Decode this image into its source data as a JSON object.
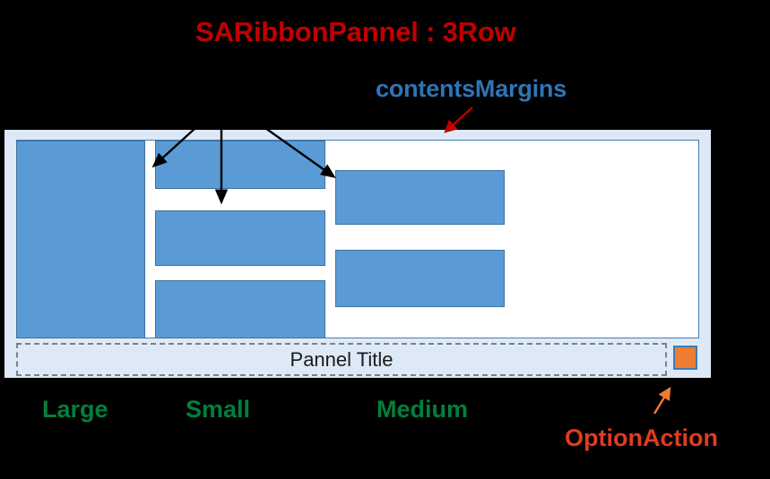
{
  "diagram": {
    "title": "SARibbonPannel : 3Row",
    "annotations": {
      "contents_margins": "contentsMargins",
      "large": "Large",
      "small": "Small",
      "medium": "Medium",
      "option_action": "OptionAction"
    },
    "colors": {
      "title_red": "#C00000",
      "annotation_blue": "#2E75B6",
      "annotation_green": "#00803C",
      "annotation_orange_red": "#E03C20",
      "button_fill": "#5B9BD5",
      "button_border": "#41719C",
      "pannel_background": "#DEE9F7",
      "content_background": "#FFFFFF",
      "content_border": "#417EB5",
      "option_action_fill": "#ED7D31",
      "dashed_border": "#808080",
      "page_background": "#000000"
    }
  },
  "pannel": {
    "title": "Pannel Title",
    "large_buttons": [
      {
        "name": "large-button"
      }
    ],
    "small_buttons": [
      {
        "name": "small-button-row-1"
      },
      {
        "name": "small-button-row-2"
      },
      {
        "name": "small-button-row-3"
      }
    ],
    "medium_buttons": [
      {
        "name": "medium-button-row-1"
      },
      {
        "name": "medium-button-row-2"
      }
    ],
    "option_action": {
      "label": ""
    }
  }
}
